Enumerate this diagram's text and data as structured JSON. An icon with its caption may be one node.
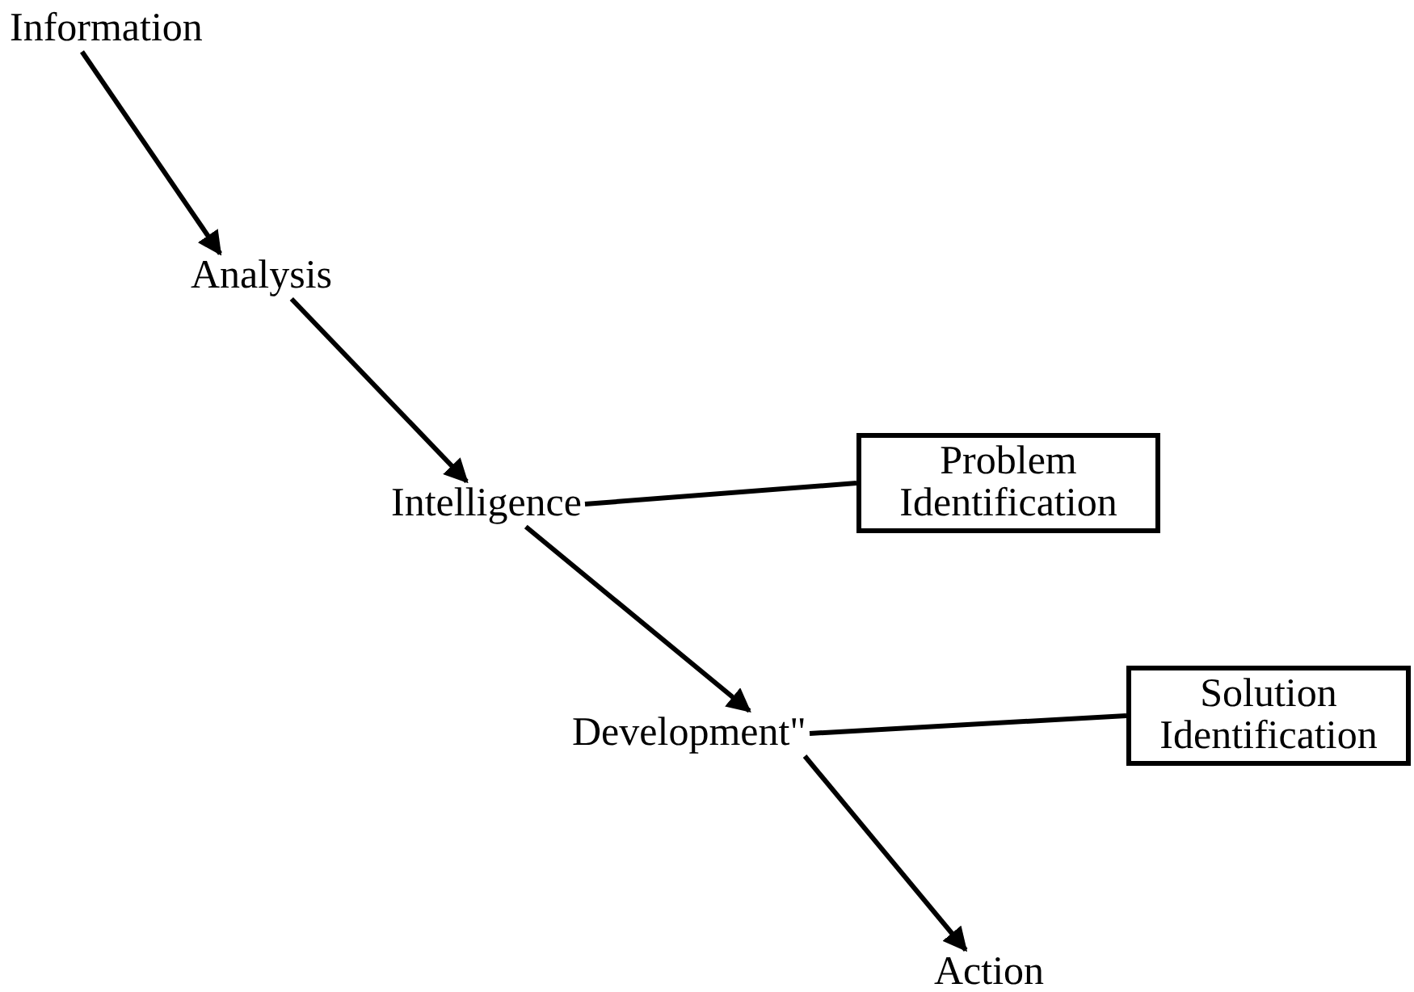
{
  "diagram": {
    "nodes": [
      {
        "text": [
          "Information"
        ]
      },
      {
        "text": [
          "Analysis"
        ]
      },
      {
        "text": [
          "Intelligence"
        ]
      },
      {
        "text": [
          "Problem Identification"
        ]
      },
      {
        "text": [
          "Development\""
        ]
      },
      {
        "text": [
          "Solution Identification"
        ]
      },
      {
        "text": [
          "Action"
        ]
      }
    ],
    "edges": [
      {
        "from": 0,
        "to": 1,
        "arrow": "to"
      },
      {
        "from": 1,
        "to": 2,
        "arrow": "to"
      },
      {
        "from": 2,
        "to": 3,
        "arrow": "none"
      },
      {
        "from": 2,
        "to": 4,
        "arrow": "to"
      },
      {
        "from": 4,
        "to": 5,
        "arrow": "none"
      },
      {
        "from": 4,
        "to": 6,
        "arrow": "to"
      }
    ]
  }
}
